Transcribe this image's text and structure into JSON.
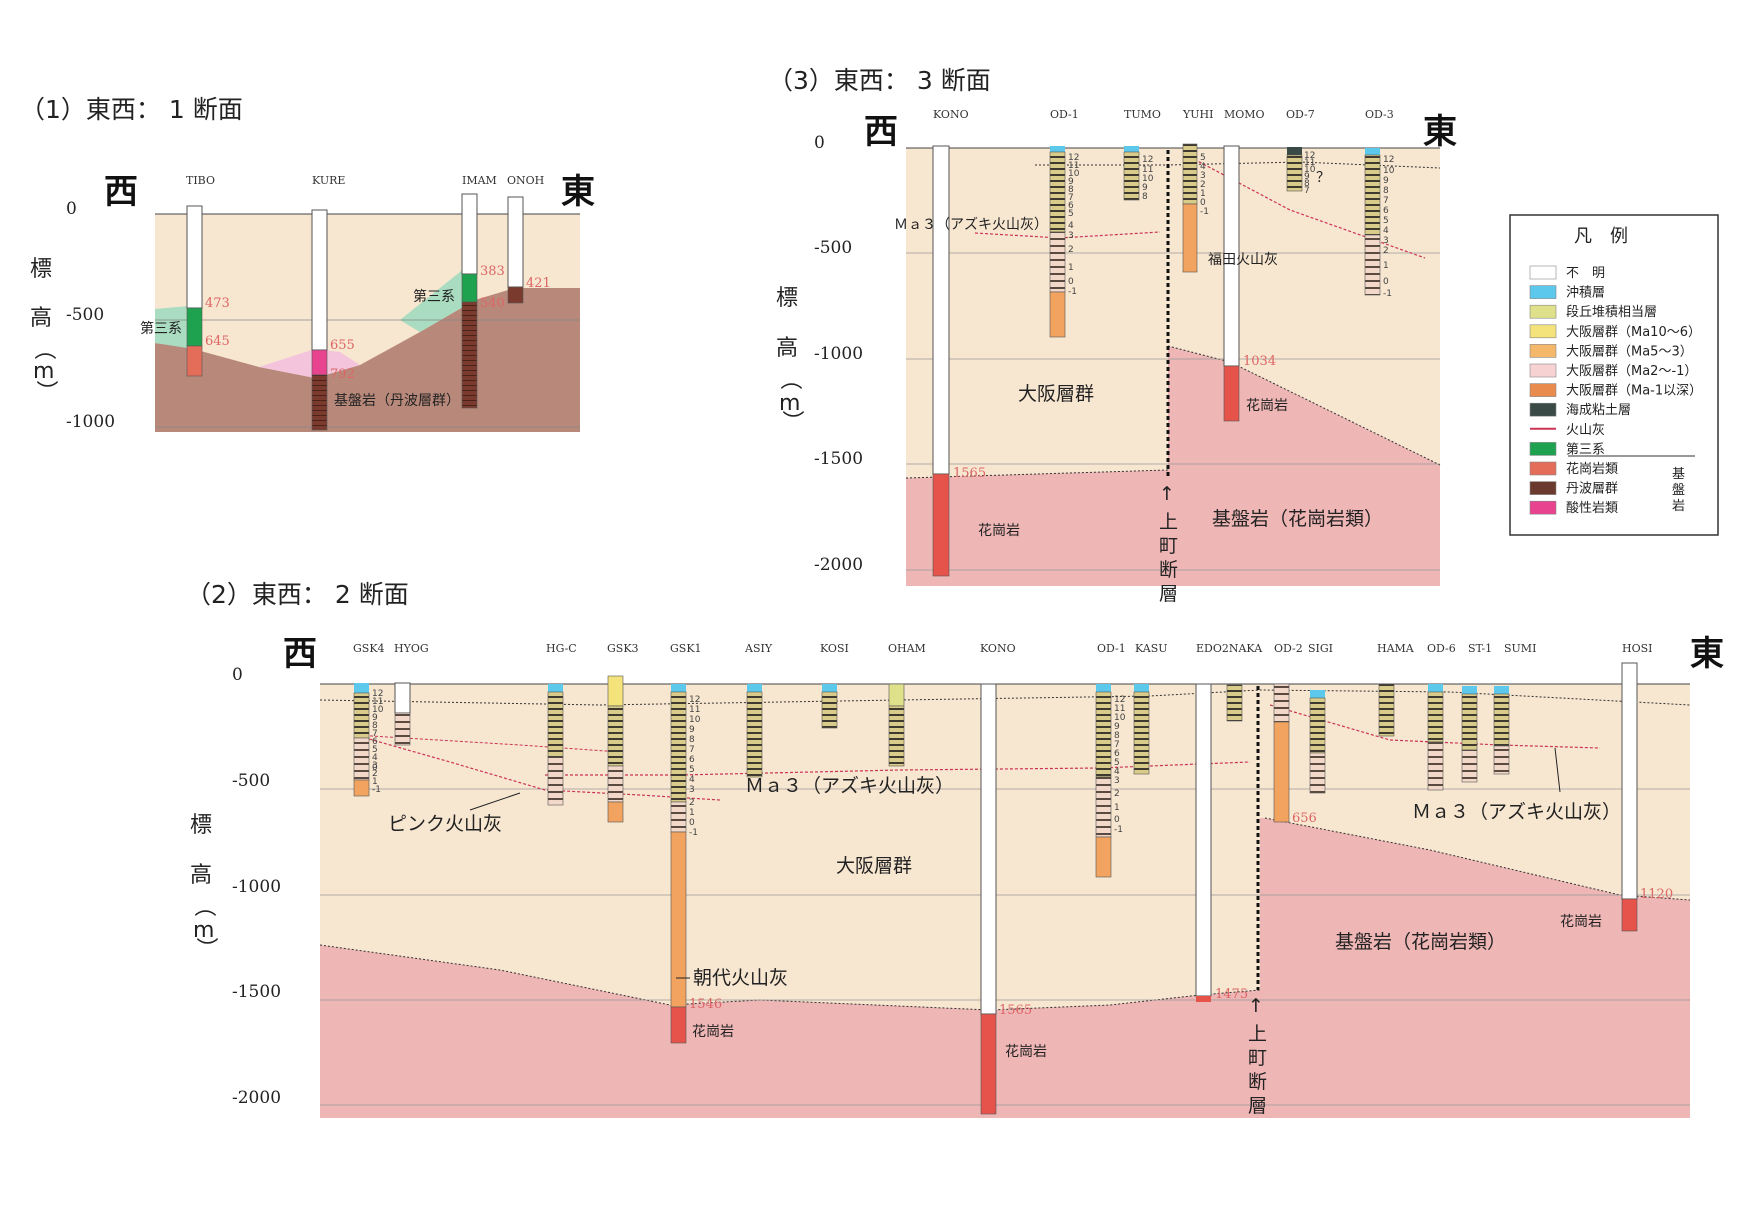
{
  "colors": {
    "osaka": "#f7e6d0",
    "basement": "#efb6b6",
    "tamba": "#b8897a",
    "granite_bar": "#e5534b",
    "tamba_bar": "#7a3b2e",
    "tertiary": "#22a65a",
    "tertiary_zone": "#a9dcc0",
    "acidic": "#e8438e",
    "acidic_zone": "#f3c4dc",
    "orange_bar": "#f2a35f",
    "tephra": "#cc3355"
  },
  "section1": {
    "title": "（1）東西： 1 断面",
    "west": "西",
    "east": "東",
    "axis_label": [
      "標",
      "高",
      "（",
      "m",
      "）"
    ],
    "ticks": [
      "0",
      "-500",
      "-1000"
    ],
    "boreholes": [
      "TIBO",
      "KURE",
      "IMAM",
      "ONOH"
    ],
    "units": [
      "473",
      "645",
      "655",
      "792",
      "383",
      "540",
      "421"
    ],
    "labels": {
      "tertiary_w": "第三系",
      "tertiary_e": "第三系",
      "basement": "基盤岩（丹波層群）"
    }
  },
  "section3": {
    "title": "（3）東西： 3 断面",
    "west": "西",
    "east": "東",
    "axis_label": [
      "標",
      "高",
      "（",
      "m",
      "）"
    ],
    "ticks": [
      "0",
      "-500",
      "-1000",
      "-1500",
      "-2000"
    ],
    "boreholes": [
      "KONO",
      "OD-1",
      "TUMO",
      "YUHI",
      "MOMO",
      "OD-7",
      "OD-3"
    ],
    "units": [
      "1565",
      "1034"
    ],
    "labels": {
      "ma3": "Ｍａ３（アズキ火山灰）",
      "fukuda": "福田火山灰",
      "osaka": "大阪層群",
      "granite1": "花崗岩",
      "granite2": "花崗岩",
      "basement": "基盤岩（花崗岩類）",
      "fault": [
        "↑",
        "上",
        "町",
        "断",
        "層"
      ],
      "question": "？"
    },
    "layer_numbers": {
      "od1": [
        "12",
        "11",
        "10",
        "9",
        "8",
        "7",
        "6",
        "5",
        "4",
        "3",
        "2",
        "1",
        "0",
        "-1"
      ],
      "tumo": [
        "12",
        "11",
        "10",
        "9",
        "8"
      ],
      "yuhi": [
        "5",
        "4",
        "3",
        "2",
        "1",
        "0",
        "-1"
      ],
      "od7": [
        "12",
        "11",
        "10",
        "9",
        "8",
        "7"
      ],
      "od3": [
        "12",
        "10",
        "9",
        "8",
        "7",
        "6",
        "5",
        "4",
        "3",
        "2",
        "1",
        "0",
        "-1"
      ]
    }
  },
  "section2": {
    "title": "（2）東西： 2 断面",
    "west": "西",
    "east": "東",
    "axis_label": [
      "標",
      "高",
      "（",
      "m",
      "）"
    ],
    "ticks": [
      "0",
      "-500",
      "-1000",
      "-1500",
      "-2000"
    ],
    "boreholes": [
      "GSK4",
      "HYOG",
      "HG-C",
      "GSK3",
      "GSK1",
      "ASIY",
      "KOSI",
      "OHAM",
      "KONO",
      "OD-1",
      "KASU",
      "EDO2NAKA",
      "OD-2",
      "SIGI",
      "HAMA",
      "OD-6",
      "ST-1",
      "SUMI",
      "HOSI"
    ],
    "units": [
      "1546",
      "1565",
      "1475",
      "656",
      "1120"
    ],
    "labels": {
      "pink": "ピンク火山灰",
      "ma3_w": "Ｍａ３（アズキ火山灰）",
      "ma3_e": "Ｍａ３（アズキ火山灰）",
      "osaka": "大阪層群",
      "asayo": "朝代火山灰",
      "granite_gsk1": "花崗岩",
      "granite_kono": "花崗岩",
      "granite_hosi": "花崗岩",
      "basement": "基盤岩（花崗岩類）",
      "fault": [
        "↑",
        "上",
        "町",
        "断",
        "層"
      ]
    },
    "layer_numbers": {
      "gsk4": [
        "12",
        "11",
        "10",
        "9",
        "8",
        "7",
        "6",
        "5",
        "4",
        "3",
        "2",
        "1",
        "0",
        "-1"
      ],
      "gsk1": [
        "12",
        "11",
        "10",
        "9",
        "8",
        "7",
        "6",
        "5",
        "4",
        "3",
        "2",
        "1",
        "0",
        "-1"
      ],
      "od1": [
        "12",
        "11",
        "10",
        "9",
        "8",
        "7",
        "6",
        "5",
        "4",
        "3",
        "2",
        "1",
        "0",
        "-1"
      ]
    }
  },
  "legend": {
    "title": "凡　例",
    "items": [
      {
        "label": "不　明",
        "color": "#ffffff"
      },
      {
        "label": "沖積層",
        "color": "#5bc8ec"
      },
      {
        "label": "段丘堆積相当層",
        "color": "#dfe08a"
      },
      {
        "label": "大阪層群（Ma10～6）",
        "color": "#f4e27a"
      },
      {
        "label": "大阪層群（Ma5～3）",
        "color": "#f5b86b"
      },
      {
        "label": "大阪層群（Ma2～-1）",
        "color": "#f7d2d2"
      },
      {
        "label": "大阪層群（Ma-1以深）",
        "color": "#e98b4c"
      },
      {
        "label": "海成粘土層",
        "color": "#3a4a46"
      },
      {
        "label": "火山灰",
        "color": "line"
      },
      {
        "label": "第三系",
        "color": "#1fa24f"
      },
      {
        "label": "花崗岩類",
        "color": "#e46d5a"
      },
      {
        "label": "丹波層群",
        "color": "#6b3a2e"
      },
      {
        "label": "酸性岩類",
        "color": "#e8438e"
      }
    ],
    "basement_group": [
      "基",
      "盤",
      "岩"
    ]
  }
}
